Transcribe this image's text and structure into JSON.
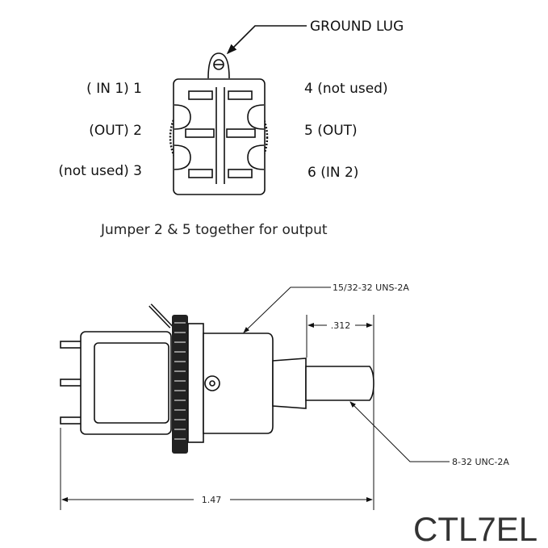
{
  "front_view": {
    "ground_lug_label": "GROUND LUG",
    "pins": {
      "pin1": "( IN 1) 1",
      "pin2": "(OUT) 2",
      "pin3": "(not used) 3",
      "pin4": "4 (not used)",
      "pin5": "5 (OUT)",
      "pin6": "6 (IN 2)"
    },
    "note": "Jumper 2 & 5 together for output"
  },
  "side_view": {
    "bushing_thread": "15/32-32 UNS-2A",
    "toggle_thread": "8-32 UNC-2A",
    "toggle_length": ".312",
    "overall_length": "1.47"
  },
  "model": "CTL7EL"
}
